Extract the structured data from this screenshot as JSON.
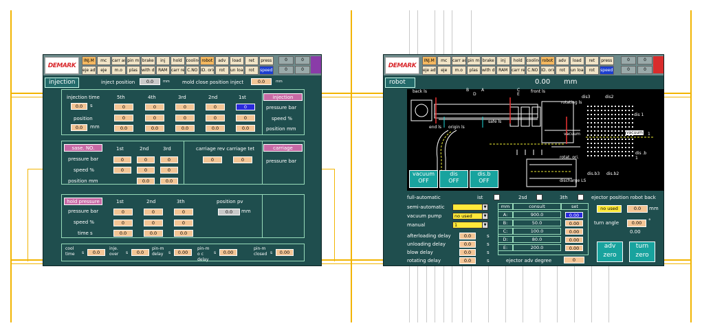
{
  "menu": {
    "logo": "DEMARK",
    "row1": [
      "INJ.M",
      "mc",
      "carr adv",
      "pin m",
      "brake",
      "inj",
      "hold",
      "cooling",
      "robot",
      "adv",
      "load",
      "ret",
      "press"
    ],
    "row2": [
      "eje adv",
      "eje",
      "m.o",
      "plas",
      "with draw",
      "RAM",
      "carr ret",
      "C.NO",
      "ID. origin",
      "rot",
      "un load",
      "rot",
      "speed"
    ],
    "num1": "0",
    "num2": "0",
    "num3": "0",
    "num4": "0"
  },
  "left": {
    "tab": "injection",
    "inject_position_label": "inject position",
    "inject_position": "0.0",
    "mm": "mm",
    "mold_close_label": "mold close position inject",
    "mold_close": "0.0",
    "inj_time_label": "injection time",
    "inj_time": "0.0",
    "s": "s",
    "position_label": "position",
    "position": "0.0",
    "stages": [
      "5th",
      "4th",
      "3rd",
      "2nd",
      "1st"
    ],
    "pressure_row": [
      "0",
      "0",
      "0",
      "0",
      "0"
    ],
    "speed_row": [
      "0",
      "0",
      "0",
      "0",
      "0"
    ],
    "pos_row": [
      "0.0",
      "0.0",
      "0.0",
      "0.0",
      "0.0"
    ],
    "injection_tag": "injection",
    "pressure_bar": "pressure bar",
    "speed_pct": "speed %",
    "position_mm": "position mm",
    "sase_tag": "sase. NO.",
    "s_stages": [
      "1st",
      "2nd",
      "3rd"
    ],
    "s_pressure": [
      "0",
      "0",
      "0"
    ],
    "s_speed": [
      "0",
      "0",
      "0"
    ],
    "s_pos": [
      "0.0",
      "0.0"
    ],
    "carriage_rev_label": "carriage rev carriage tet",
    "carriage_rev": "0",
    "carriage_tet": "0",
    "carriage_tag": "carriage",
    "hold_tag": "hold pressure",
    "h_stages": [
      "1st",
      "2nd",
      "3th"
    ],
    "h_pressure": [
      "0",
      "0",
      "0"
    ],
    "h_speed": [
      "0",
      "0",
      "0"
    ],
    "h_time": [
      "0.0",
      "0.0",
      "0.0"
    ],
    "time_s": "time s",
    "position_pv_label": "position pv",
    "position_pv": "0.0",
    "bottom": [
      {
        "label": "cool time",
        "val": "0.0"
      },
      {
        "label": "inje. over",
        "val": "0.0"
      },
      {
        "label": "pin-m delay",
        "val": "0.00"
      },
      {
        "label": "pin-m o c delay",
        "val": "0.00"
      },
      {
        "label": "pin-m closed",
        "val": "0.00"
      }
    ]
  },
  "right": {
    "tab": "robot",
    "readout": "0.00",
    "mm": "mm",
    "diag": {
      "back_ls": "back ls",
      "front_ls": "front ls",
      "rotating_ls": "rotating ls",
      "safe_ls": "safe ls",
      "end_ls": "end ls",
      "origin_ls": "origin ls",
      "dis3": "dis3",
      "dis2": "dis2",
      "dis1": "dis 1",
      "vacuum_l": "vacuum",
      "vacuum_r": "vacuum",
      "one": "1",
      "disb1": "dis .b 1",
      "rotat_ori": "rotat. ori.",
      "disb3": "dis.b3",
      "disb2": "dis.b2",
      "discharge": "discharge LS",
      "a": "A",
      "b": "B",
      "c": "C",
      "d": "D",
      "e": "E"
    },
    "vac_buttons": [
      {
        "l1": "vacuum",
        "l2": "OFF"
      },
      {
        "l1": "dis",
        "l2": "OFF"
      },
      {
        "l1": "dis.b",
        "l2": "OFF"
      }
    ],
    "full_auto": "full-automatic",
    "ist": "ist",
    "second": "2sd",
    "third": "3th",
    "semi_auto": "semi-automatic",
    "vacuum_pump": "vacuum pump",
    "vacuum_pump_val": "no used",
    "manual": "manual",
    "manual_val": "1",
    "afterloading": "afterloading delay",
    "unloading": "unloading delay",
    "blow": "blow delay",
    "rotating": "rotating delay",
    "delays": [
      "0.0",
      "0.0",
      "0.0",
      "0.0"
    ],
    "s": "s",
    "tbl_head": [
      "mm",
      "consult",
      "set"
    ],
    "tbl_rows": [
      {
        "k": "A:",
        "c": "900.0",
        "s": "0.00"
      },
      {
        "k": "B:",
        "c": "50.0",
        "s": "0.00"
      },
      {
        "k": "C:",
        "c": "100.0",
        "s": "0.00"
      },
      {
        "k": "D:",
        "c": "80.0",
        "s": "0.00"
      },
      {
        "k": "E:",
        "c": "200.0",
        "s": "0.00"
      }
    ],
    "ejector_deg_label": "ejector adv degree",
    "ejector_deg": "0",
    "ejector_pos_label": "ejector position robot back",
    "no_used": "no used",
    "ejector_pos": "0.0",
    "turn_angle_label": "turn angle",
    "turn_angle": "0.00",
    "deg": "°",
    "turn_val": "0.00",
    "adv_zero": [
      "adv",
      "zero"
    ],
    "turn_zero": [
      "turn",
      "zero"
    ]
  }
}
